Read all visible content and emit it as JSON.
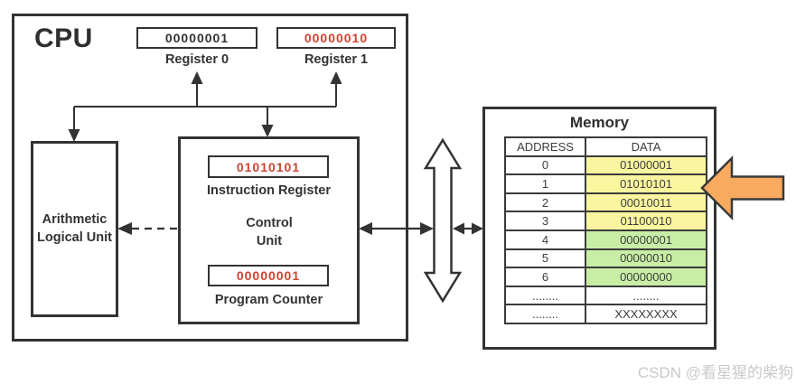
{
  "colors": {
    "line": "#333333",
    "value_red": "#cf4233",
    "row_yellow": "#faf6a0",
    "row_green": "#c8eea5",
    "pointer_orange": "#f7aa60",
    "watermark_gray": "#c9c9c9"
  },
  "cpu": {
    "label": "CPU",
    "register0": {
      "value": "00000001",
      "label": "Register 0"
    },
    "register1": {
      "value": "00000010",
      "label": "Register 1"
    },
    "alu": {
      "label": "Arithmetic Logical Unit"
    },
    "control_unit": {
      "label": "Control Unit",
      "instruction_register": {
        "value": "01010101",
        "label": "Instruction Register"
      },
      "program_counter": {
        "value": "00000001",
        "label": "Program Counter"
      }
    }
  },
  "memory": {
    "title": "Memory",
    "headers": [
      "ADDRESS",
      "DATA"
    ],
    "rows": [
      {
        "address": "0",
        "data": "01000001",
        "fill": "yellow"
      },
      {
        "address": "1",
        "data": "01010101",
        "fill": "yellow"
      },
      {
        "address": "2",
        "data": "00010011",
        "fill": "yellow"
      },
      {
        "address": "3",
        "data": "01100010",
        "fill": "yellow"
      },
      {
        "address": "4",
        "data": "00000001",
        "fill": "green"
      },
      {
        "address": "5",
        "data": "00000010",
        "fill": "green"
      },
      {
        "address": "6",
        "data": "00000000",
        "fill": "green"
      },
      {
        "address": "........",
        "data": "........",
        "fill": "none"
      },
      {
        "address": "........",
        "data": "XXXXXXXX",
        "fill": "none"
      }
    ]
  },
  "watermark": {
    "text": "CSDN @看星猩的柴狗"
  }
}
